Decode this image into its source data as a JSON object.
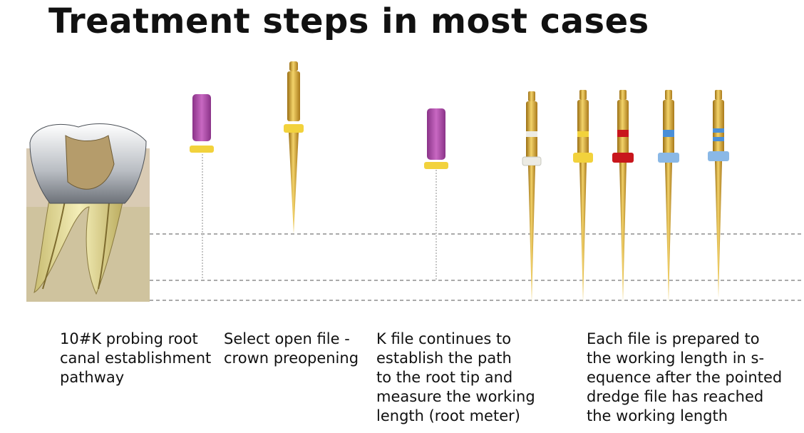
{
  "title": "Treatment steps in most cases",
  "steps": [
    {
      "caption": "10#K probing root\ncanal establishment\npathway"
    },
    {
      "caption": "Select open file -\ncrown preopening"
    },
    {
      "caption": "K file continues to\nestablish the path\nto the root tip and\nmeasure the working\nlength (root meter)"
    },
    {
      "caption": "Each file is prepared to\nthe working length in s-\nequence after the pointed\ndredge file has reached\nthe working length"
    }
  ],
  "colors": {
    "gold": "#d4a52a",
    "k_file_handle": "#b04aa8",
    "stopper_yellow": "#f2d23c",
    "stopper_white": "#ecebe4",
    "stopper_red": "#c8161c",
    "stopper_blue": "#4a8fd8",
    "guide_line": "#777777"
  }
}
